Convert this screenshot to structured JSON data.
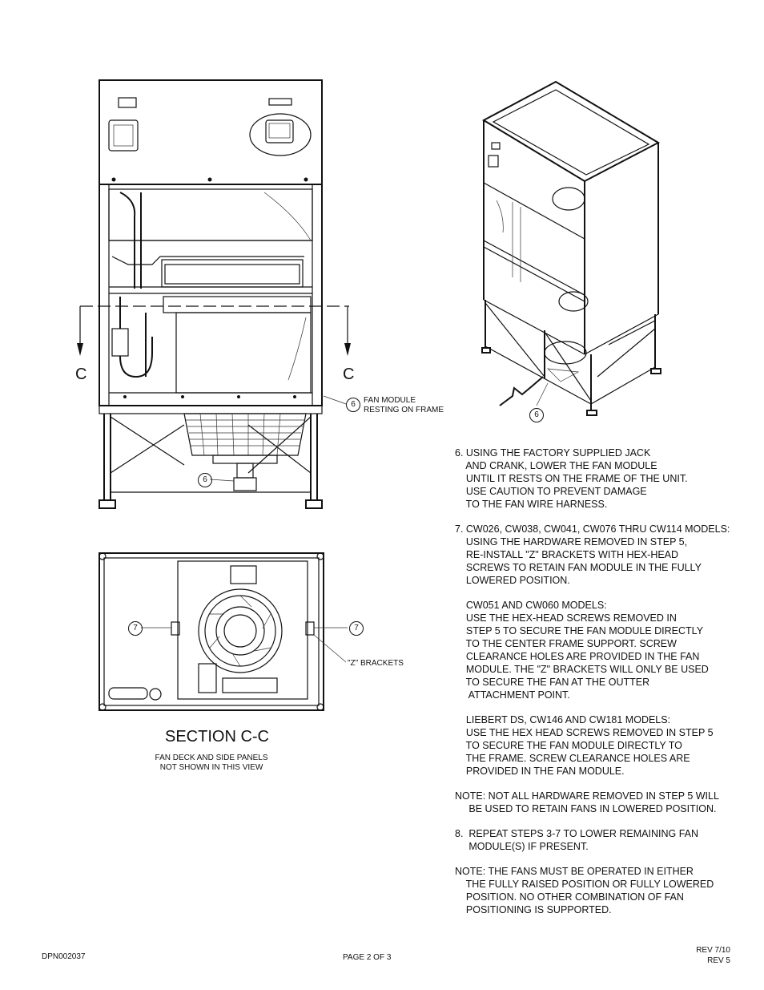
{
  "drawing": {
    "section_letter_left": "C",
    "section_letter_right": "C",
    "callout_6_front": "6",
    "callout_6_leg": "6",
    "callout_6_iso": "6",
    "callout_7_left": "7",
    "callout_7_right": "7",
    "fan_module_label": "FAN MODULE\nRESTING ON FRAME",
    "z_brackets_label": "\"Z\" BRACKETS",
    "section_title": "SECTION C-C",
    "section_note": "FAN DECK AND SIDE PANELS\nNOT SHOWN IN THIS VIEW"
  },
  "instructions": {
    "step6": "6. USING THE FACTORY SUPPLIED JACK\n    AND CRANK, LOWER THE FAN MODULE\n    UNTIL IT RESTS ON THE FRAME OF THE UNIT.\n    USE CAUTION TO PREVENT DAMAGE\n    TO THE FAN WIRE HARNESS.",
    "step7": "7. CW026, CW038, CW041, CW076 THRU CW114 MODELS:\n    USING THE HARDWARE REMOVED IN STEP 5,\n    RE-INSTALL \"Z\" BRACKETS WITH HEX-HEAD\n    SCREWS TO RETAIN FAN MODULE IN THE FULLY\n    LOWERED POSITION.",
    "step7_cw051": "    CW051 AND CW060 MODELS:\n    USE THE HEX-HEAD SCREWS REMOVED IN\n    STEP 5 TO SECURE THE FAN MODULE DIRECTLY\n    TO THE CENTER FRAME SUPPORT. SCREW\n    CLEARANCE HOLES ARE PROVIDED IN THE FAN\n    MODULE. THE \"Z\" BRACKETS WILL ONLY BE USED\n    TO SECURE THE FAN AT THE OUTTER\n     ATTACHMENT POINT.",
    "step7_liebert": "    LIEBERT DS, CW146 AND CW181 MODELS:\n    USE THE HEX HEAD SCREWS REMOVED IN STEP 5\n    TO SECURE THE FAN MODULE DIRECTLY TO\n    THE FRAME. SCREW CLEARANCE HOLES ARE\n    PROVIDED IN THE FAN MODULE.",
    "note1": "NOTE: NOT ALL HARDWARE REMOVED IN STEP 5 WILL\n     BE USED TO RETAIN FANS IN LOWERED POSITION.",
    "step8": "8.  REPEAT STEPS 3-7 TO LOWER REMAINING FAN\n     MODULE(S) IF PRESENT.",
    "note2": "NOTE: THE FANS MUST BE OPERATED IN EITHER\n    THE FULLY RAISED POSITION OR FULLY LOWERED\n    POSITION. NO OTHER COMBINATION OF FAN\n    POSITIONING IS SUPPORTED."
  },
  "footer": {
    "doc_number": "DPN002037",
    "page": "PAGE 2 OF 3",
    "rev_date": "REV 7/10",
    "rev": "REV 5"
  }
}
